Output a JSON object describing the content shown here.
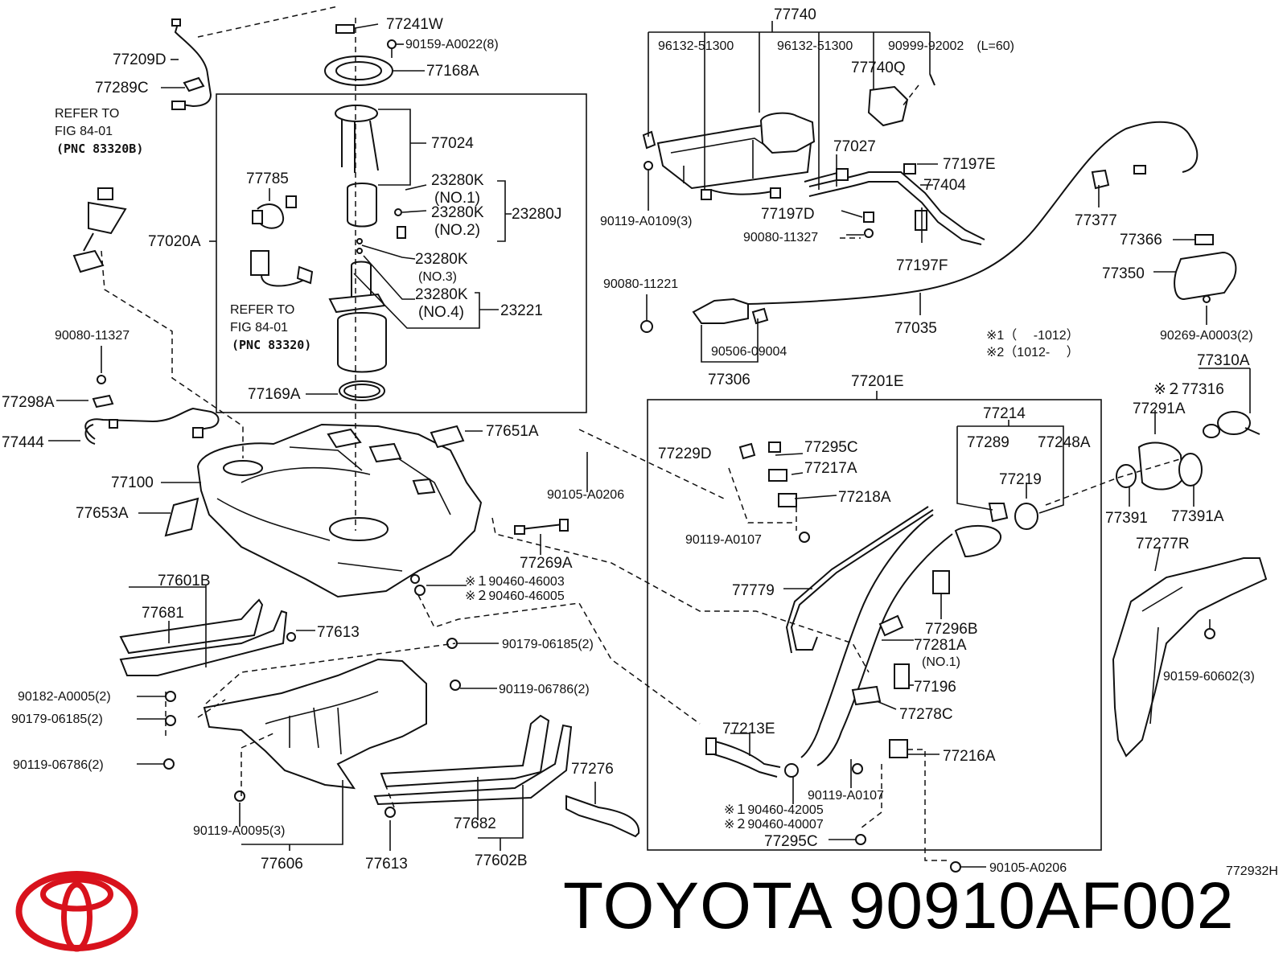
{
  "footer": {
    "brand_part": "TOYOTA 90910AF002"
  },
  "figure_code": "772932H",
  "notes": {
    "refer1_line1": "REFER TO",
    "refer1_line2": "FIG 84-01",
    "refer1_line3": "(PNC 83320B)",
    "refer2_line1": "REFER TO",
    "refer2_line2": "FIG 84-01",
    "refer2_line3": "(PNC 83320)",
    "legend1": "※1（　 -1012）",
    "legend2": "※2（1012-　 ）"
  },
  "labels": {
    "p77241W": "77241W",
    "p90159A0022": "90159-A0022(8)",
    "p77209D": "77209D",
    "p77168A": "77168A",
    "p77289C": "77289C",
    "p77024": "77024",
    "p77785": "77785",
    "p23280K_1": "23280K",
    "no1": "(NO.1)",
    "p23280K_2": "23280K",
    "no2": "(NO.2)",
    "p23280J": "23280J",
    "p77020A": "77020A",
    "p23280K_3": "23280K",
    "no3": "(NO.3)",
    "p23280K_4": "23280K",
    "no4": "(NO.4)",
    "p23221": "23221",
    "p77169A": "77169A",
    "p90080_11327a": "90080-11327",
    "p77298A": "77298A",
    "p77444": "77444",
    "p77100": "77100",
    "p77653A": "77653A",
    "p77651A": "77651A",
    "p90105A0206a": "90105-A0206",
    "p77269A": "77269A",
    "p90460_46003": "※１90460-46003",
    "p90460_46005": "※２90460-46005",
    "p77601B": "77601B",
    "p77681": "77681",
    "p77613a": "77613",
    "p90179_06185a": "90179-06185(2)",
    "p90182A0005": "90182-A0005(2)",
    "p90179_06185b": "90179-06185(2)",
    "p90119_06786a": "90119-06786(2)",
    "p90119_06786b": "90119-06786(2)",
    "p90119A0095": "90119-A0095(3)",
    "p77606": "77606",
    "p77613b": "77613",
    "p77682": "77682",
    "p77602B": "77602B",
    "p77276": "77276",
    "p77740": "77740",
    "p96132_51300a": "96132-51300",
    "p96132_51300b": "96132-51300",
    "p90999_92002": "90999-92002　(L=60)",
    "p77740Q": "77740Q",
    "p77027": "77027",
    "p77197E": "77197E",
    "p77404": "77404",
    "p90119A0109": "90119-A0109(3)",
    "p77197D": "77197D",
    "p90080_11327b": "90080-11327",
    "p77197F": "77197F",
    "p77377": "77377",
    "p77366": "77366",
    "p77350": "77350",
    "p90269A0003": "90269-A0003(2)",
    "p90080_11221": "90080-11221",
    "p77035": "77035",
    "p90506_09004": "90506-09004",
    "p77306": "77306",
    "p77201E": "77201E",
    "p77310A": "77310A",
    "p77316": "※２77316",
    "p77291A": "77291A",
    "p77214": "77214",
    "p77229D": "77229D",
    "p77295Ca": "77295C",
    "p77289": "77289",
    "p77248A": "77248A",
    "p77217A": "77217A",
    "p77219": "77219",
    "p77218A": "77218A",
    "p77391": "77391",
    "p77391A": "77391A",
    "p90119A0107a": "90119-A0107",
    "p77277R": "77277R",
    "p77779": "77779",
    "p77296B": "77296B",
    "p77281A": "77281A",
    "p77281A_no1": "(NO.1)",
    "p77196": "77196",
    "p90159_60602": "90159-60602(3)",
    "p77278C": "77278C",
    "p77213E": "77213E",
    "p77216A": "77216A",
    "p90119A0107b": "90119-A0107",
    "p90460_42005": "※１90460-42005",
    "p90460_40007": "※２90460-40007",
    "p77295Cb": "77295C",
    "p90105A0206b": "90105-A0206"
  }
}
